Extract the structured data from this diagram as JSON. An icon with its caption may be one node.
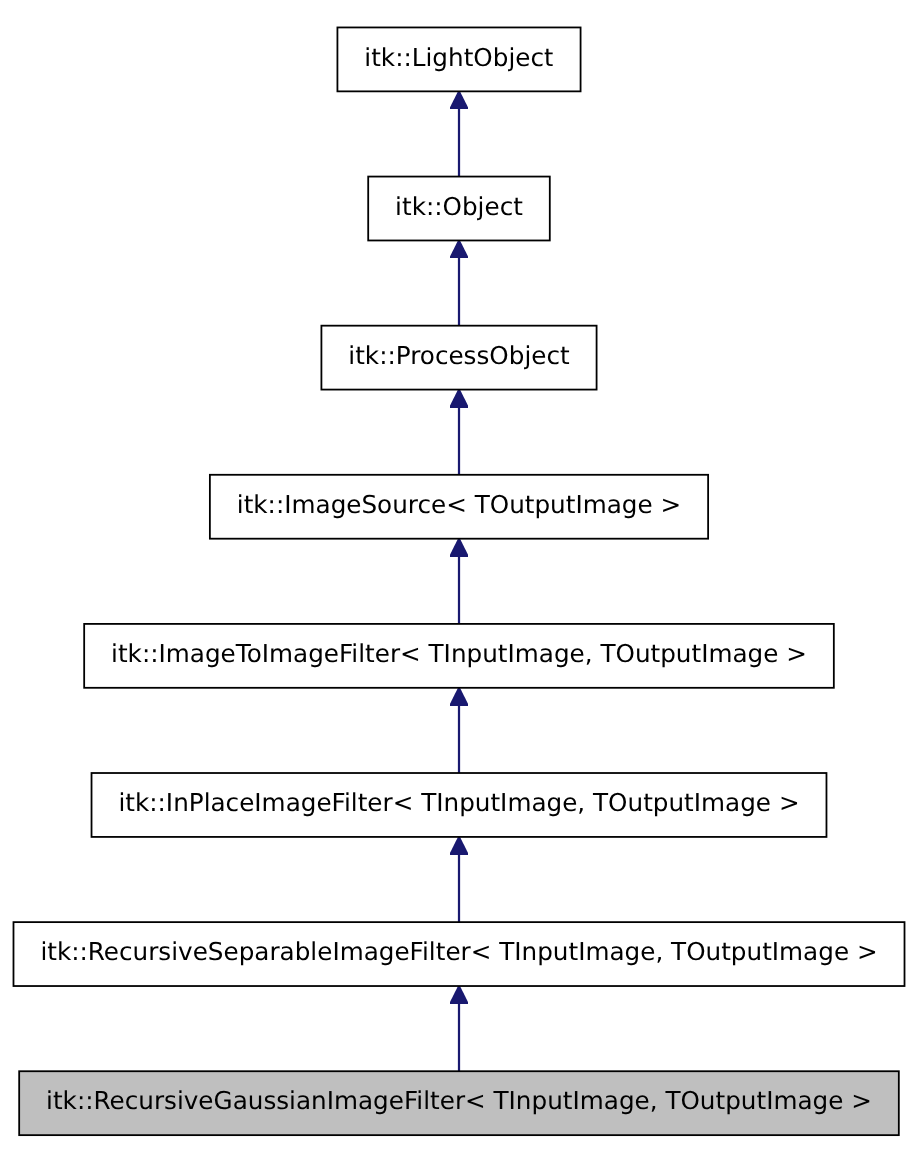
{
  "diagram": {
    "nodes": [
      {
        "text": [
          "itk::LightObject"
        ]
      },
      {
        "text": [
          "itk::Object"
        ]
      },
      {
        "text": [
          "itk::ProcessObject"
        ]
      },
      {
        "text": [
          "itk::ImageSource< TOutputImage >"
        ]
      },
      {
        "text": [
          "itk::ImageToImageFilter< TInputImage, TOutputImage >"
        ]
      },
      {
        "text": [
          "itk::InPlaceImageFilter< TInputImage, TOutputImage >"
        ]
      },
      {
        "text": [
          "itk::RecursiveSeparableImageFilter< TInputImage, TOutputImage >"
        ]
      },
      {
        "text": [
          "itk::RecursiveGaussianImageFilter< TInputImage, TOutputImage >"
        ]
      }
    ],
    "edges": [
      {
        "from": 1,
        "to": 0,
        "arrow": "to"
      },
      {
        "from": 2,
        "to": 1,
        "arrow": "to"
      },
      {
        "from": 3,
        "to": 2,
        "arrow": "to"
      },
      {
        "from": 4,
        "to": 3,
        "arrow": "to"
      },
      {
        "from": 5,
        "to": 4,
        "arrow": "to"
      },
      {
        "from": 6,
        "to": 5,
        "arrow": "to"
      },
      {
        "from": 7,
        "to": 6,
        "arrow": "to"
      }
    ]
  }
}
